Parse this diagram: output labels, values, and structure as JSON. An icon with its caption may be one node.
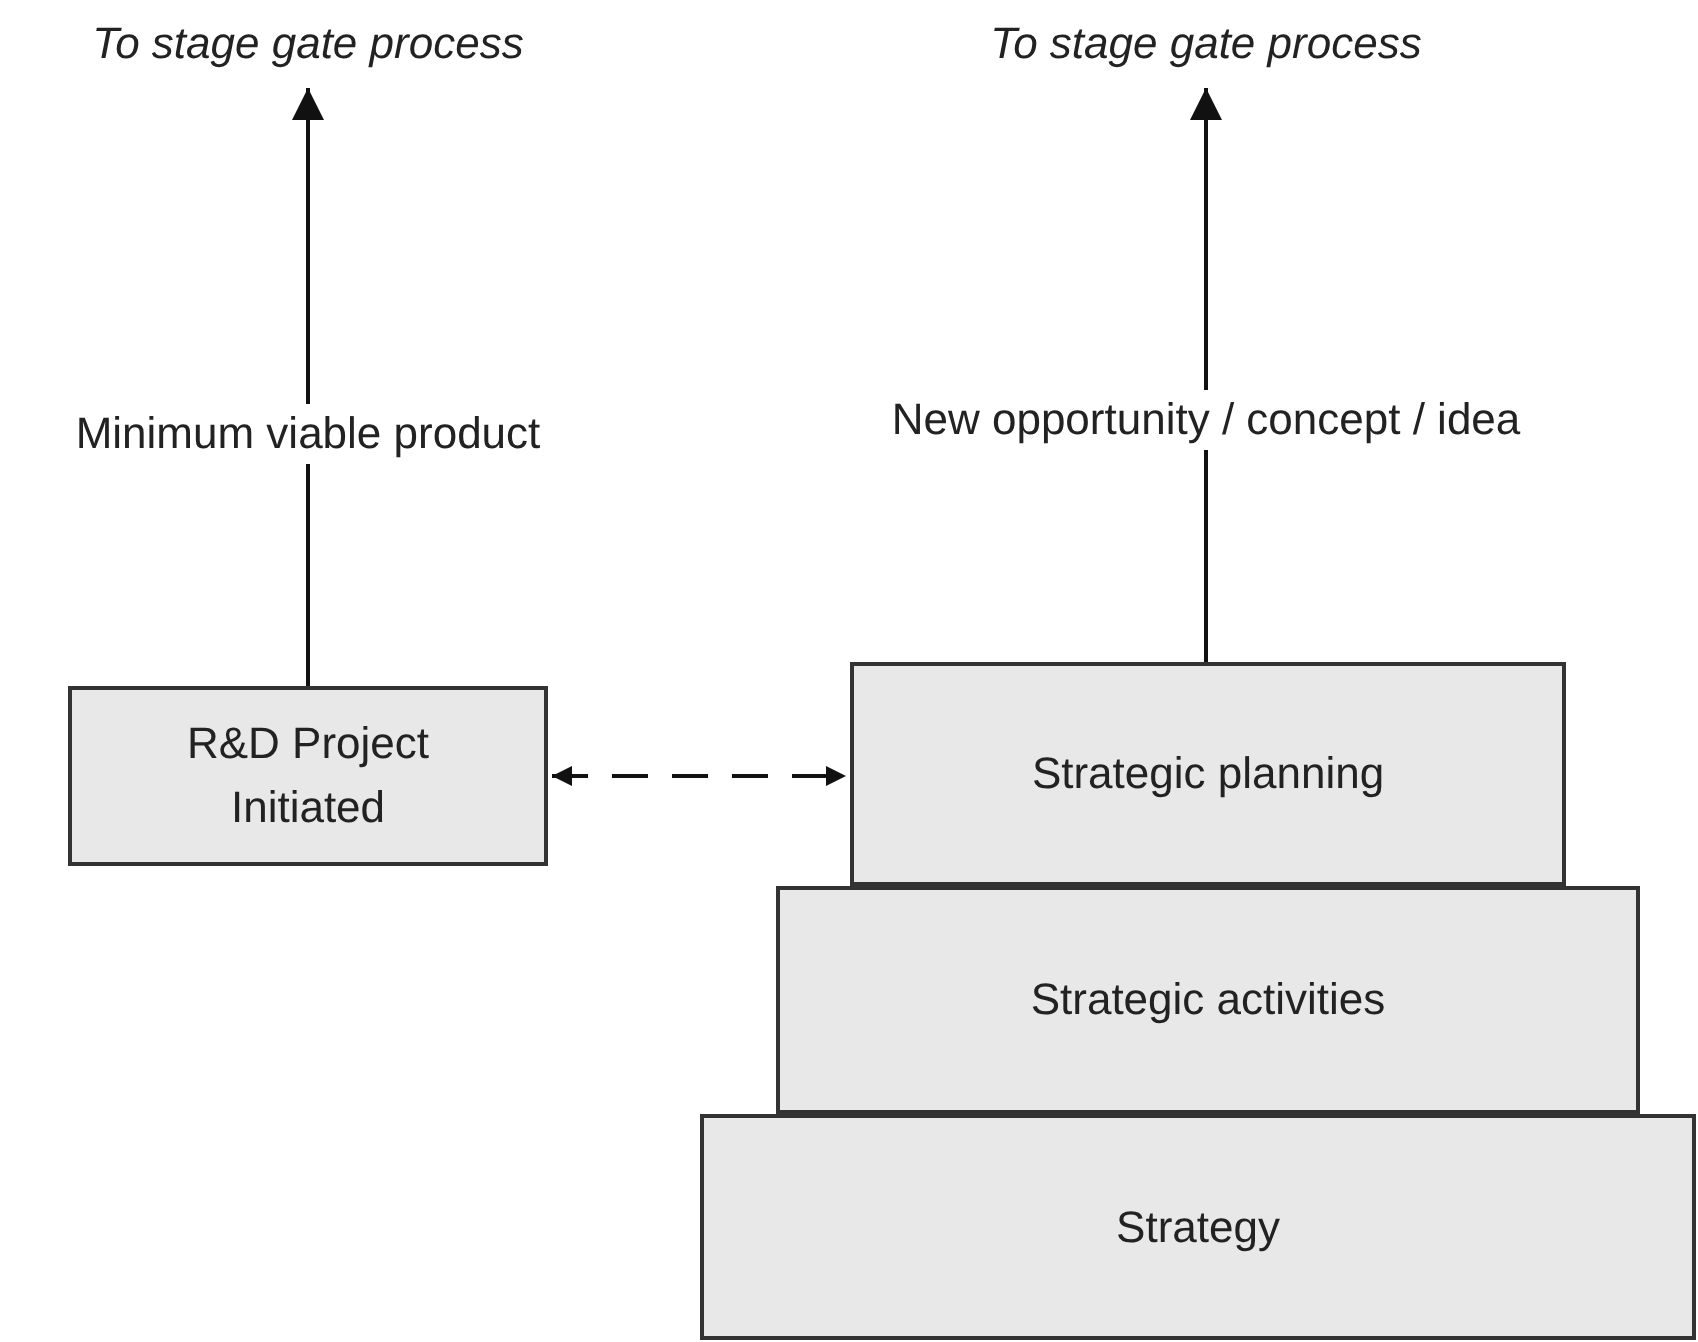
{
  "diagram": {
    "nodes": [
      {
        "text": [
          "To stage gate process"
        ]
      },
      {
        "text": [
          "To stage gate process"
        ]
      },
      {
        "text": [
          "R&D Project Initiated"
        ]
      },
      {
        "text": [
          "Strategic planning"
        ]
      },
      {
        "text": [
          "Strategic activities"
        ]
      },
      {
        "text": [
          "Strategy"
        ]
      }
    ],
    "edges": [
      {
        "from": 2,
        "to": 0,
        "arrow": "to",
        "label": "Minimum viable product"
      },
      {
        "from": 3,
        "to": 1,
        "arrow": "to",
        "label": "New opportunity / concept / idea"
      },
      {
        "from": 2,
        "to": 3,
        "arrow": "both",
        "style": "dashed"
      }
    ]
  }
}
